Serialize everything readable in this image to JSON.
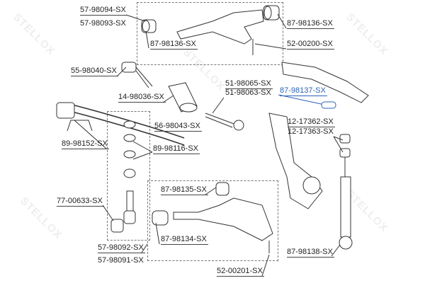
{
  "watermark": "STELLOX",
  "labels": {
    "l1": "57-98094-SX",
    "l2": "57-98093-SX",
    "l3": "87-98136-SX",
    "l4": "87-98136-SX",
    "l5": "52-00200-SX",
    "l6": "55-98040-SX",
    "l7": "14-98036-SX",
    "l8": "51-98065-SX",
    "l9": "51-98063-SX",
    "l10": "87-98137-SX",
    "l11": "56-98043-SX",
    "l12": "12-17362-SX",
    "l13": "12-17363-SX",
    "l14": "89-98152-SX",
    "l15": "89-98116-SX",
    "l16": "87-98135-SX",
    "l17": "77-00633-SX",
    "l18": "87-98134-SX",
    "l19": "57-98092-SX",
    "l20": "57-98091-SX",
    "l21": "87-98138-SX",
    "l22": "52-00201-SX"
  },
  "colors": {
    "highlight": "#2b63b8",
    "line": "#333333"
  }
}
